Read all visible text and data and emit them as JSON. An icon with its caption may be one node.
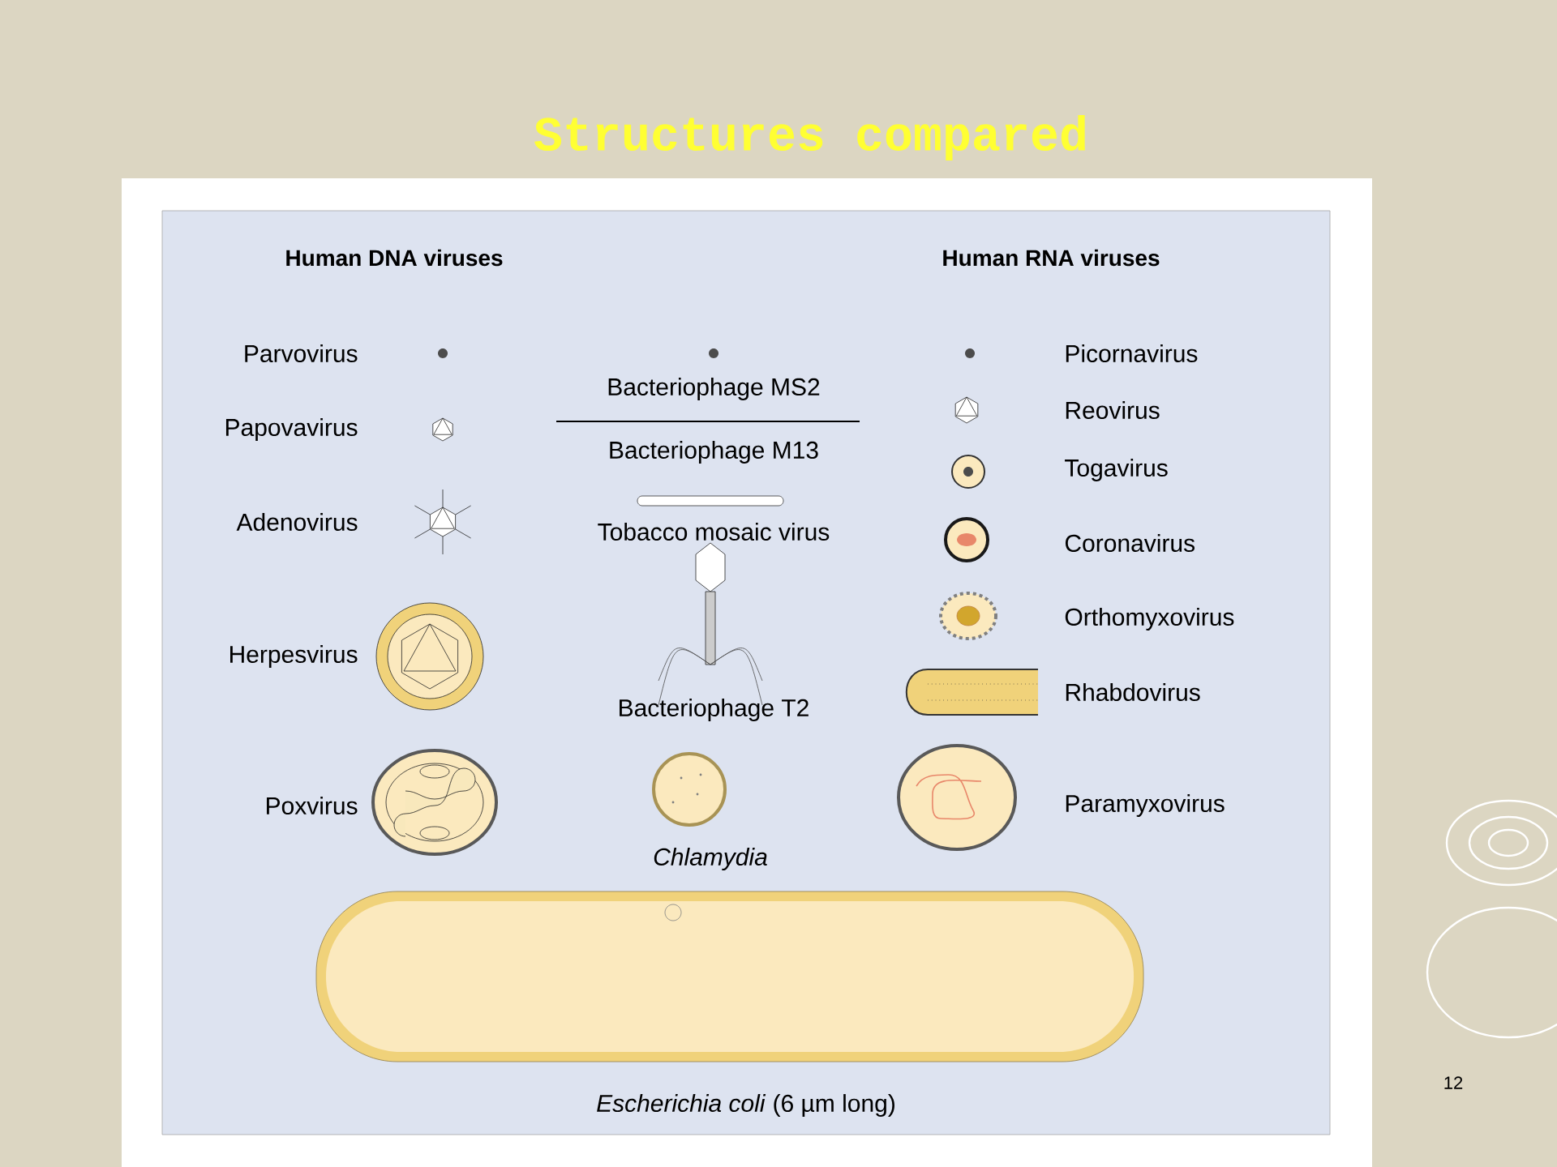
{
  "diagram": {
    "title": "Structures compared",
    "labels": [
      "Human DNA viruses",
      "Human RNA viruses",
      "Parvovirus",
      "Bacteriophage MS2",
      "Picornavirus",
      "Papovavirus",
      "Reovirus",
      "Bacteriophage M13",
      "Togavirus",
      "Adenovirus",
      "Tobacco mosaic virus",
      "Coronavirus",
      "Orthomyxovirus",
      "Herpesvirus",
      "Rhabdovirus",
      "Bacteriophage T2",
      "Poxvirus",
      "Paramyxovirus",
      "Chlamydia",
      "*Escherichia coli* (6 µm long)",
      "12"
    ]
  }
}
